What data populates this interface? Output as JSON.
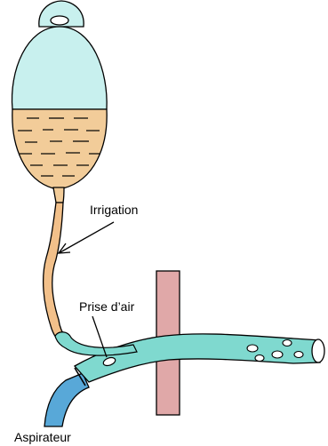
{
  "labels": {
    "irrigation": "Irrigation",
    "prise_air": "Prise d’air",
    "aspirateur": "Aspirateur"
  },
  "colors": {
    "bag_top": "#c8f0ee",
    "fluid": "#f2cc99",
    "tube_orange": "#f2c08a",
    "catheter": "#7fd9cf",
    "aspirator_tube": "#58a8d8",
    "pink_band": "#e0a8a8",
    "outline": "#000000"
  }
}
